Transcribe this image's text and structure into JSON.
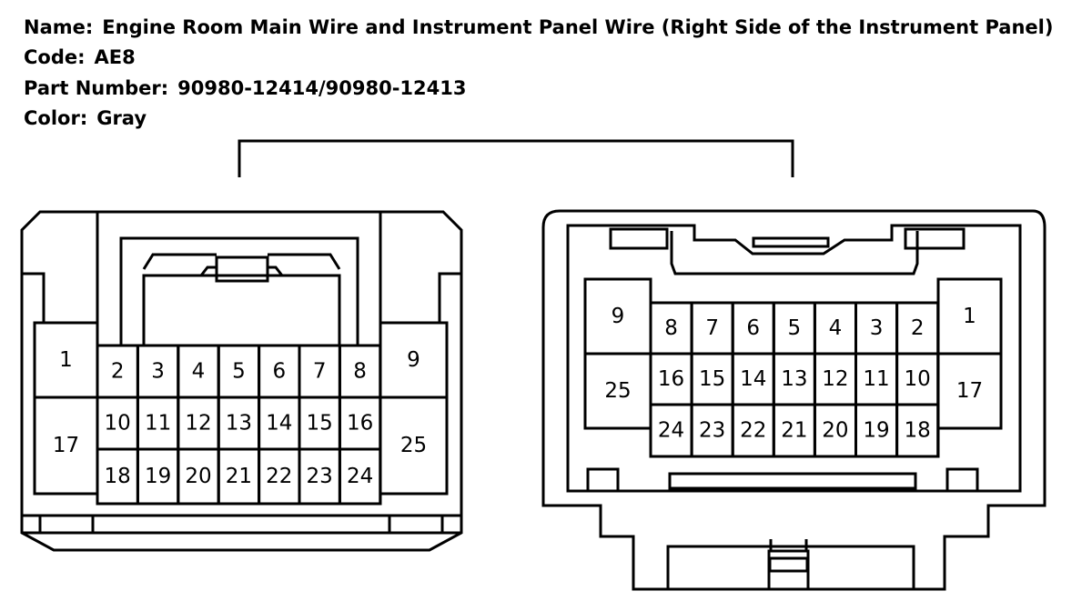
{
  "header": {
    "name_label": "Name:",
    "name_value": "Engine Room Main Wire and Instrument Panel Wire (Right Side of the Instrument Panel)",
    "code_label": "Code:",
    "code_value": "AE8",
    "part_label": "Part Number:",
    "part_value": "90980-12414/90980-12413",
    "color_label": "Color:",
    "color_value": "Gray"
  },
  "left_connector": {
    "pins": [
      "1",
      "2",
      "3",
      "4",
      "5",
      "6",
      "7",
      "8",
      "9",
      "17",
      "10",
      "11",
      "12",
      "13",
      "14",
      "15",
      "16",
      "25",
      "18",
      "19",
      "20",
      "21",
      "22",
      "23",
      "24"
    ]
  },
  "right_connector": {
    "pins": [
      "9",
      "8",
      "7",
      "6",
      "5",
      "4",
      "3",
      "2",
      "1",
      "25",
      "16",
      "15",
      "14",
      "13",
      "12",
      "11",
      "10",
      "17",
      "24",
      "23",
      "22",
      "21",
      "20",
      "19",
      "18"
    ]
  }
}
